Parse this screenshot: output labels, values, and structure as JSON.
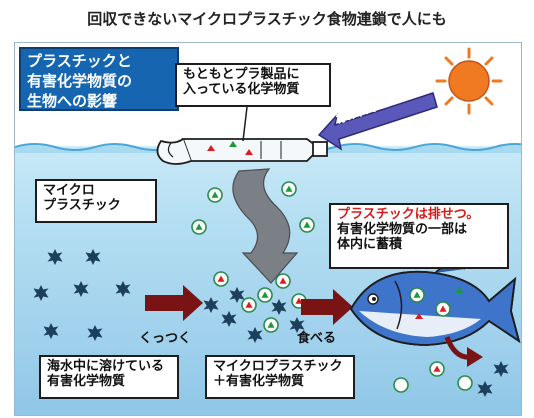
{
  "title": "回収できないマイクロプラスチック食物連鎖で人にも",
  "heading": [
    "プラスチックと",
    "有害化学物質の",
    "生物への影響"
  ],
  "labels": {
    "plastic_chemicals": [
      "もともとプラ製品に",
      "入っている化学物質"
    ],
    "uv": "紫外線など",
    "microplastic": [
      "マイクロ",
      "プラスチック"
    ],
    "excretion": [
      "プラスチックは排せつ。",
      "有害化学物質の一部は",
      "体内に蓄積"
    ],
    "stick": "くっつく",
    "eat": "食べる",
    "dissolved": [
      "海水中に溶けている",
      "有害化学物質"
    ],
    "combined": [
      "マイクロプラスチック",
      "＋有害化学物質"
    ]
  },
  "colors": {
    "heading_bg": "#1565b0",
    "excretion_text": "#d61b1b",
    "arrow_dark_red": "#7a1414",
    "sun": "#f07a22",
    "uv_arrow": "#5a58b8",
    "sea": "#b4def2",
    "fish": "#3e74c9",
    "chemical_marker_red": "#d81e1e",
    "chemical_marker_green": "#1a9a3c"
  },
  "icons": [
    "sun-icon",
    "plastic-bottle-icon",
    "fish-icon",
    "chemical-star-icon",
    "microplastic-bead-icon"
  ]
}
